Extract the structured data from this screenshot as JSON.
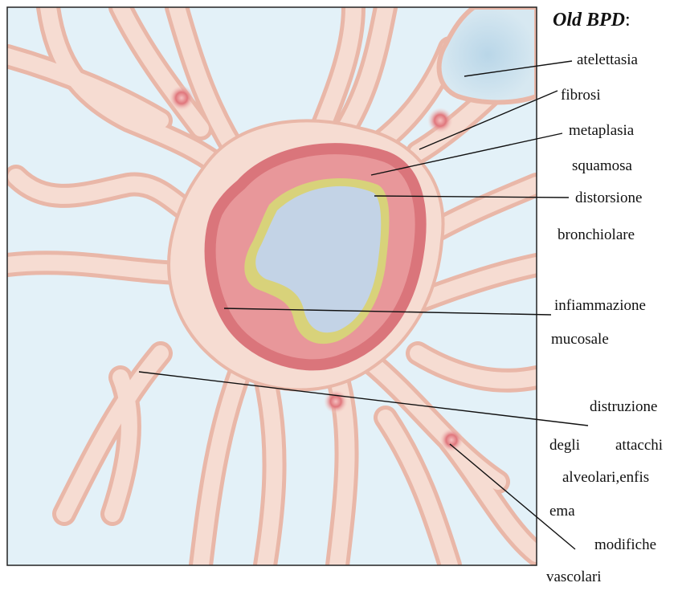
{
  "title": {
    "text": "Old BPD",
    "suffix": ":"
  },
  "labels": {
    "atelettasia": "atelettasia",
    "fibrosi": "fibrosi",
    "metaplasia": "metaplasia",
    "squamosa": "squamosa",
    "distorsione": "distorsione",
    "bronchiolare": "bronchiolare",
    "infiammazione": "infiammazione",
    "mucosale": "mucosale",
    "distruzione": "distruzione",
    "degli": "degli",
    "attacchi": "attacchi",
    "alveolari": "alveolari,enfis",
    "ema": "ema",
    "modifiche": "modifiche",
    "vascolari": "vascolari"
  },
  "colors": {
    "alveolar_space": "#e3f1f8",
    "tissue": "#f6dcd2",
    "tissue_edge": "#e9b7a8",
    "inflammation": "#d9727a",
    "lumen": "#c3d3e6",
    "epithelium": "#d8d27a",
    "vessel": "#e07a80",
    "leader": "#111111"
  }
}
